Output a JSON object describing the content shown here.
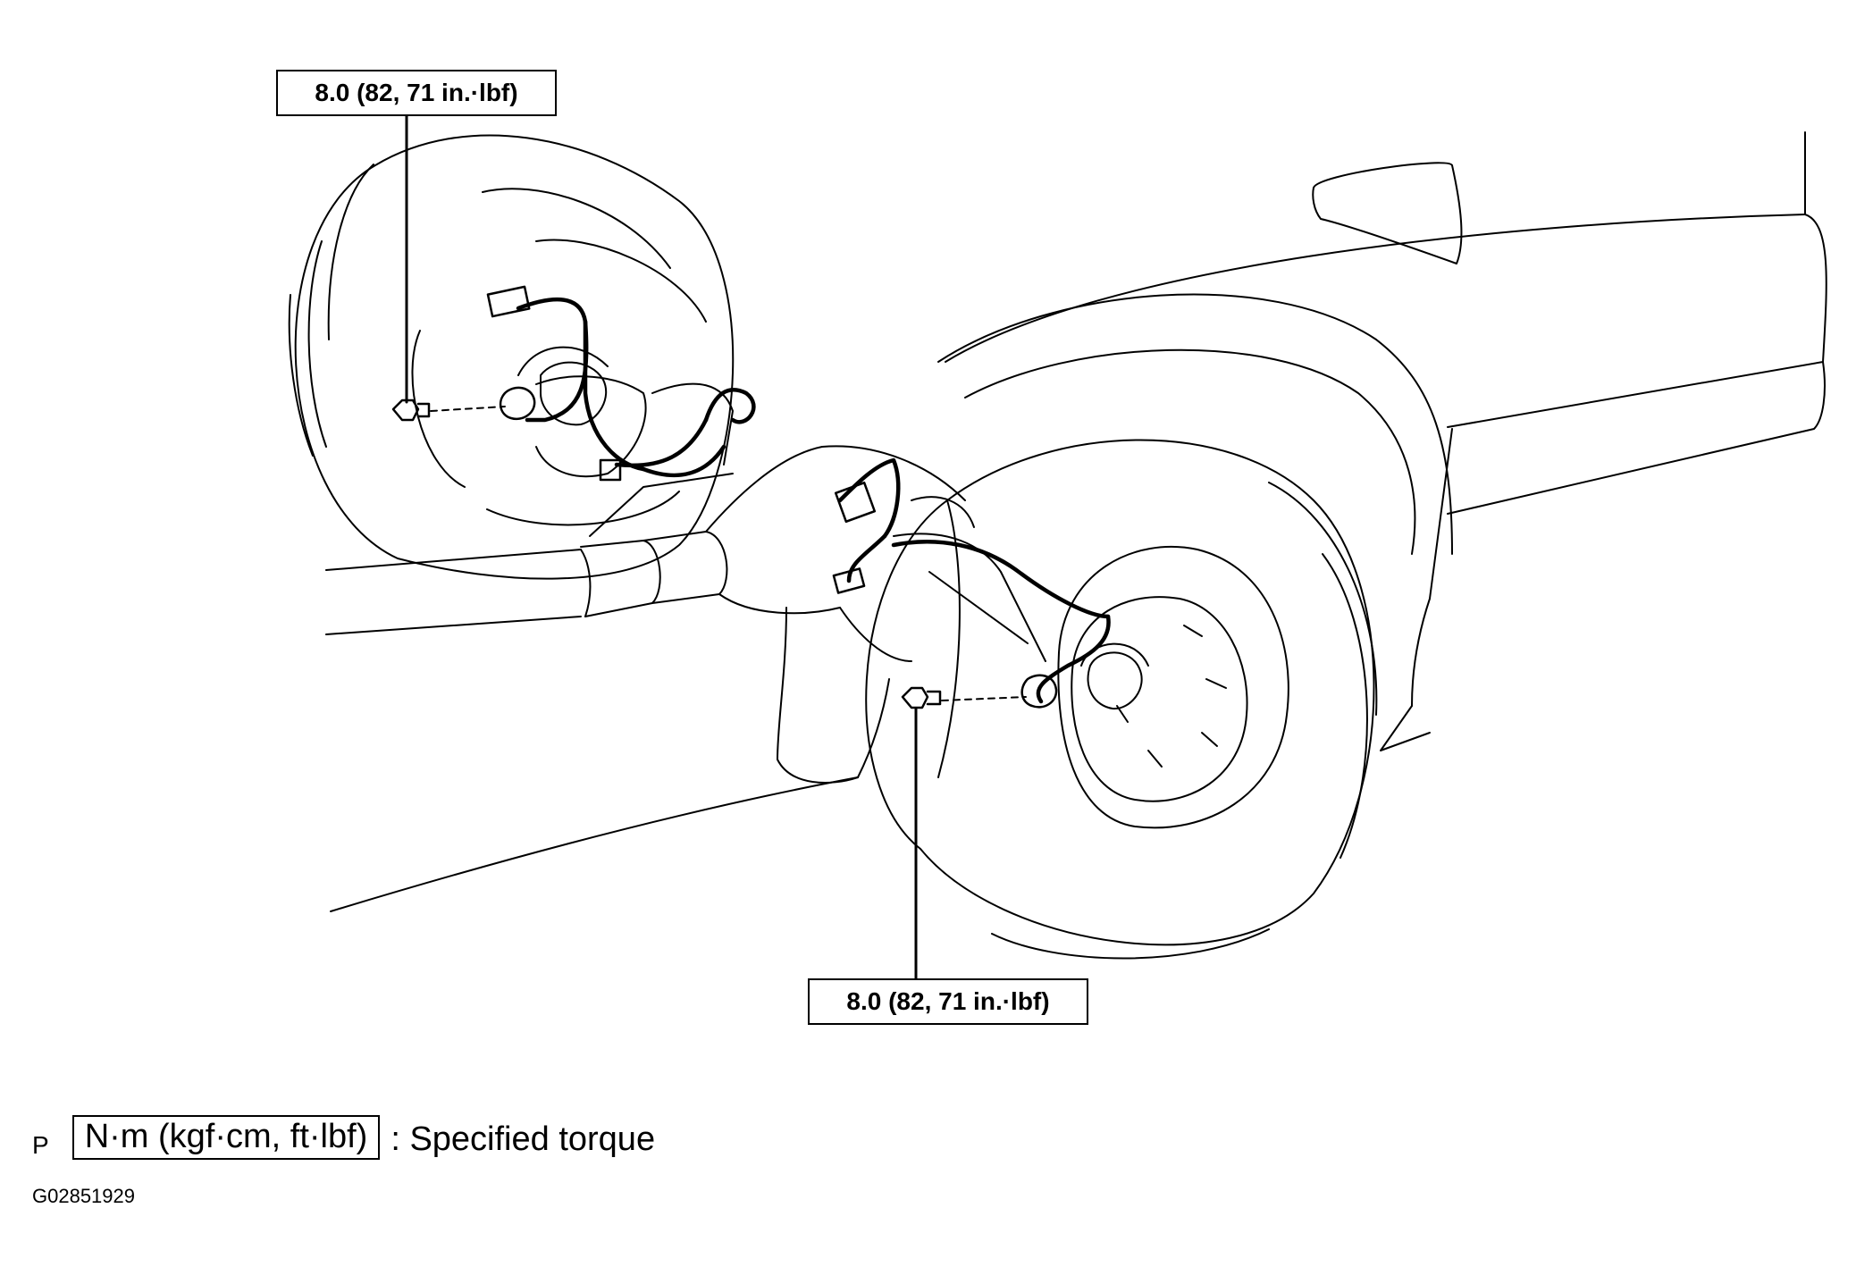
{
  "callouts": {
    "top": "8.0 (82, 71 in.·lbf)",
    "bottom": "8.0 (82, 71 in.·lbf)"
  },
  "legend": {
    "letter": "P",
    "unit_box": "N·m (kgf·cm, ft·lbf)",
    "description": ": Specified torque"
  },
  "figure_code": "G02851929"
}
